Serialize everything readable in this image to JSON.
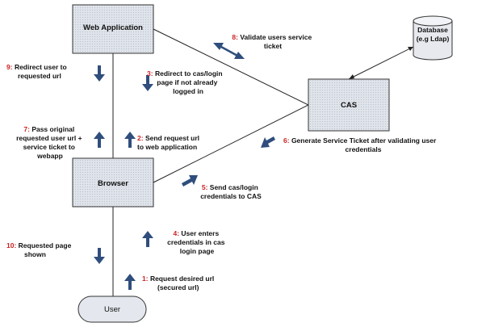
{
  "nodes": {
    "web_app": "Web Application",
    "browser": "Browser",
    "cas": "CAS",
    "user": "User",
    "database_line1": "Database",
    "database_line2": "(e.g Ldap)"
  },
  "steps": [
    {
      "num": "1",
      "lines": [
        "Request desired url",
        "(secured url)"
      ]
    },
    {
      "num": "2",
      "lines": [
        "Send request url",
        "to web application"
      ]
    },
    {
      "num": "3",
      "lines": [
        "Redirect to cas/login",
        "page if not already",
        "logged in"
      ]
    },
    {
      "num": "4",
      "lines": [
        "User enters",
        "credentials in cas",
        "login page"
      ]
    },
    {
      "num": "5",
      "lines": [
        "Send cas/login",
        "credentials to CAS"
      ]
    },
    {
      "num": "6",
      "lines": [
        "Generate Service Ticket after validating user",
        "credentials"
      ]
    },
    {
      "num": "7",
      "lines": [
        "Pass original",
        "requested user url +",
        "service ticket to",
        "webapp"
      ]
    },
    {
      "num": "8",
      "lines": [
        "Validate users service",
        "ticket"
      ]
    },
    {
      "num": "9",
      "lines": [
        "Redirect user to",
        "requested url"
      ]
    },
    {
      "num": "10",
      "lines": [
        "Requested page",
        "shown"
      ]
    }
  ],
  "colors": {
    "box_fill": "#dde2ea",
    "box_border": "#333333",
    "step_number": "#cc2222",
    "arrow": "#2f4e7d"
  }
}
